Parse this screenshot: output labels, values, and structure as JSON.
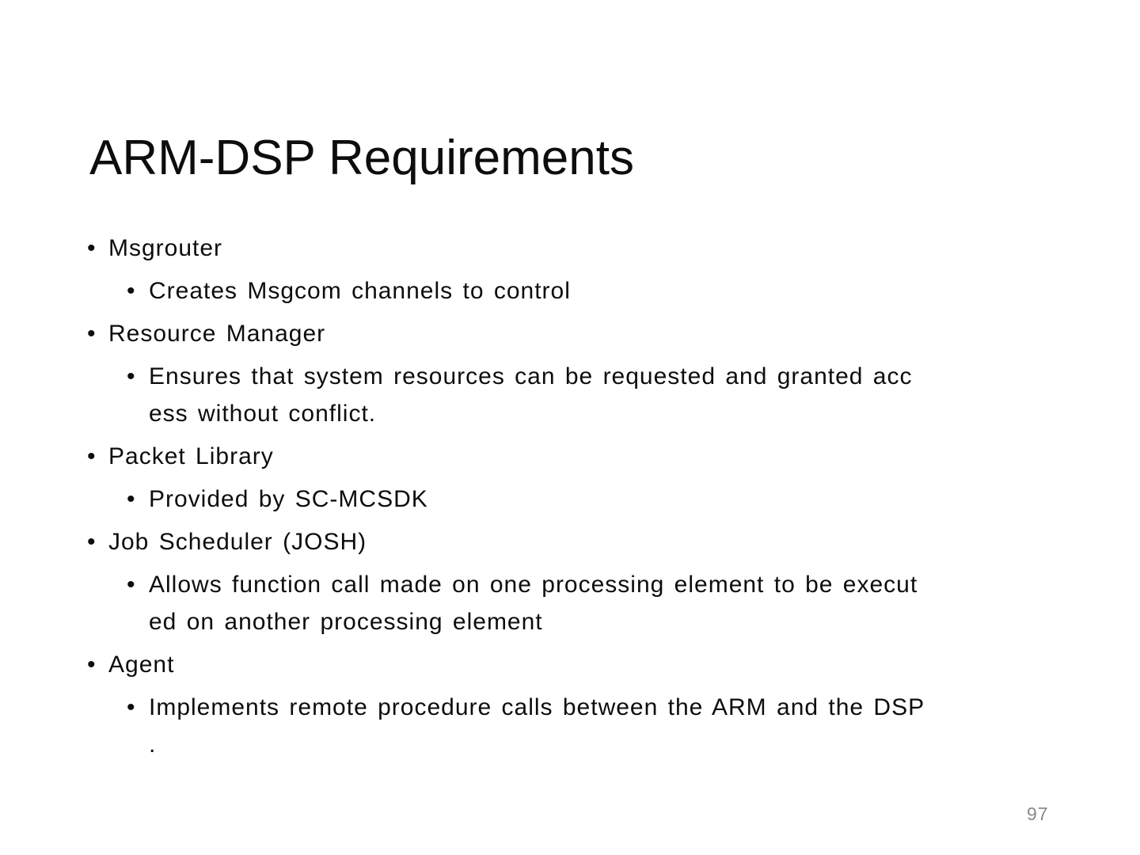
{
  "slide": {
    "title": "ARM-DSP Requirements",
    "page_number": "97",
    "bullet_glyph": "•",
    "colors": {
      "background": "#ffffff",
      "text": "#0d0d0d",
      "page_number": "#8a8a8a"
    },
    "bullets": [
      {
        "level": 1,
        "lines": [
          "Msgrouter"
        ]
      },
      {
        "level": 2,
        "lines": [
          "Creates Msgcom channels to control"
        ]
      },
      {
        "level": 1,
        "lines": [
          "Resource Manager"
        ]
      },
      {
        "level": 2,
        "lines": [
          "Ensures that system resources can be requested and granted acc",
          "ess without conflict."
        ]
      },
      {
        "level": 1,
        "lines": [
          "Packet Library"
        ]
      },
      {
        "level": 2,
        "lines": [
          "Provided by SC-MCSDK"
        ]
      },
      {
        "level": 1,
        "lines": [
          "Job Scheduler (JOSH)"
        ]
      },
      {
        "level": 2,
        "lines": [
          "Allows function call made on one processing element to be execut",
          "ed on another processing element"
        ]
      },
      {
        "level": 1,
        "lines": [
          "Agent"
        ]
      },
      {
        "level": 2,
        "lines": [
          "Implements remote procedure calls between the ARM and the DSP",
          "."
        ]
      }
    ]
  }
}
